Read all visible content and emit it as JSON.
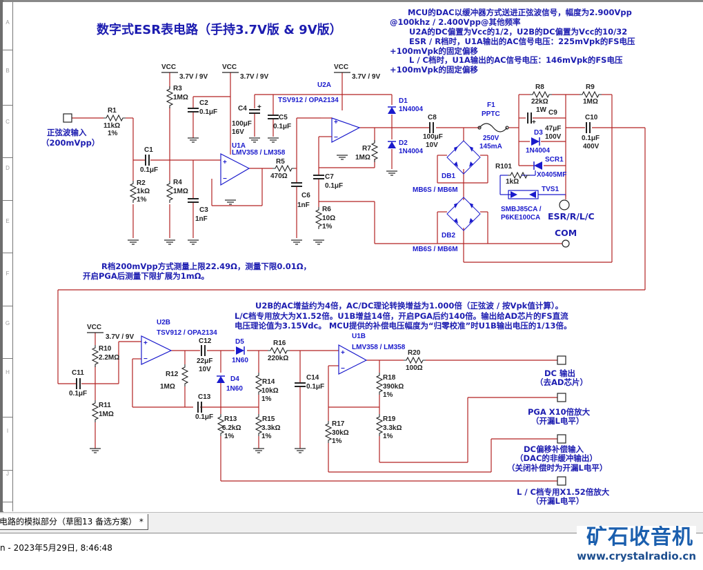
{
  "title": "数字式ESR表电路（手持3.7V版 & 9V版）",
  "row_markers": [
    "A",
    "B",
    "C",
    "D",
    "E",
    "F",
    "G",
    "H",
    "I",
    "J"
  ],
  "notes": {
    "top_right": [
      "MCU的DAC以缓冲器方式送进正弦波信号，幅度为2.900Vpp",
      "@100khz / 2.400Vpp@其他频率",
      "U2A的DC偏置为Vcc的1/2，U2B的DC偏置为Vcc的10/32",
      "ESR / R档时，U1A输出的AC信号电压：225mVpk的FS电压",
      "+100mVpk的固定偏移",
      "L / C档时，U1A输出的AC信号电压：146mVpk的FS电压",
      "+100mVpk的固定偏移"
    ],
    "middle": [
      "R档200mVpp方式测量上限22.49Ω，测量下限0.01Ω，",
      "开启PGA后测量下限扩展为1mΩ。"
    ],
    "lower": [
      "U2B的AC增益约为4倍，AC/DC理论转换增益为1.000倍（正弦波 / 按Vpk值计算）。",
      "L/C档专用放大为X1.52倍。U1B增益14倍，开启PGA后约140倍。输出给AD芯片的FS直流",
      "电压理论值为3.15Vdc。 MCU提供的补偿电压幅度为“归零校准”时U1B输出电压的1/13倍。"
    ]
  },
  "power": {
    "vcc": "VCC",
    "supply": "3.7V / 9V"
  },
  "components": {
    "R1": {
      "ref": "R1",
      "val": "11kΩ",
      "tol": "1%"
    },
    "R2": {
      "ref": "R2",
      "val": "1kΩ",
      "tol": "1%"
    },
    "R3": {
      "ref": "R3",
      "val": "1MΩ"
    },
    "R4": {
      "ref": "R4",
      "val": "1MΩ"
    },
    "R5": {
      "ref": "R5",
      "val": "470Ω"
    },
    "R6": {
      "ref": "R6",
      "val": "10Ω",
      "tol": "1%"
    },
    "R7": {
      "ref": "R7",
      "val": "1MΩ"
    },
    "R8": {
      "ref": "R8",
      "val": "22kΩ",
      "pwr": "1W"
    },
    "R9": {
      "ref": "R9",
      "val": "1MΩ"
    },
    "R10": {
      "ref": "R10",
      "val": "2.2MΩ"
    },
    "R11": {
      "ref": "R11",
      "val": "1MΩ"
    },
    "R12": {
      "ref": "R12",
      "val": "1MΩ"
    },
    "R13": {
      "ref": "R13",
      "val": "6.2kΩ",
      "tol": "1%"
    },
    "R14": {
      "ref": "R14",
      "val": "10kΩ",
      "tol": "1%"
    },
    "R15": {
      "ref": "R15",
      "val": "3.3kΩ",
      "tol": "1%"
    },
    "R16": {
      "ref": "R16",
      "val": "220kΩ"
    },
    "R17": {
      "ref": "R17",
      "val": "30kΩ",
      "tol": "1%"
    },
    "R18": {
      "ref": "R18",
      "val": "390kΩ",
      "tol": "1%"
    },
    "R19": {
      "ref": "R19",
      "val": "3.3kΩ",
      "tol": "1%"
    },
    "R20": {
      "ref": "R20",
      "val": "100Ω"
    },
    "R101": {
      "ref": "R101",
      "val": "1kΩ"
    },
    "C1": {
      "ref": "C1",
      "val": "0.1μF"
    },
    "C2": {
      "ref": "C2",
      "val": "0.1μF"
    },
    "C3": {
      "ref": "C3",
      "val": "1nF"
    },
    "C4": {
      "ref": "C4",
      "val": "100μF",
      "volt": "16V"
    },
    "C5": {
      "ref": "C5",
      "val": "0.1μF"
    },
    "C6": {
      "ref": "C6",
      "val": "1nF"
    },
    "C7": {
      "ref": "C7",
      "val": "0.1μF"
    },
    "C8": {
      "ref": "C8",
      "val": "100μF",
      "volt": "10V"
    },
    "C9": {
      "ref": "C9",
      "val": "47μF",
      "volt": "100V"
    },
    "C10": {
      "ref": "C10",
      "val": "0.1μF",
      "volt": "400V"
    },
    "C11": {
      "ref": "C11",
      "val": "0.1μF"
    },
    "C12": {
      "ref": "C12",
      "val": "22μF",
      "volt": "10V"
    },
    "C13": {
      "ref": "C13",
      "val": "0.1μF"
    },
    "C14": {
      "ref": "C14",
      "val": "0.1μF"
    },
    "D1": {
      "ref": "D1",
      "val": "1N4004"
    },
    "D2": {
      "ref": "D2",
      "val": "1N4004"
    },
    "D3": {
      "ref": "D3",
      "val": "1N4004"
    },
    "D4": {
      "ref": "D4",
      "val": "1N60"
    },
    "D5": {
      "ref": "D5",
      "val": "1N60"
    },
    "F1": {
      "ref": "F1",
      "val": "PPTC",
      "rating1": "250V",
      "rating2": "145mA"
    },
    "DB1": {
      "ref": "DB1",
      "val": "MB6S / MB6M"
    },
    "DB2": {
      "ref": "DB2",
      "val": "MB6S / MB6M"
    },
    "SCR1": {
      "ref": "SCR1",
      "val": "X0405MF"
    },
    "TVS1": {
      "ref": "TVS1",
      "val1": "SMBJ85CA /",
      "val2": "P6KE100CA"
    },
    "U1A": {
      "ref": "U1A",
      "val": "LMV358 / LM358"
    },
    "U1B": {
      "ref": "U1B",
      "val": "LMV358 / LM358"
    },
    "U2A": {
      "ref": "U2A",
      "val": "TSV912 / OPA2134"
    },
    "U2B": {
      "ref": "U2B",
      "val": "TSV912 / OPA2134"
    }
  },
  "ports": {
    "sine_in": [
      "正弦波输入",
      "（200mVpp）"
    ],
    "esr": "ESR/R/L/C",
    "com": "COM",
    "dc_out": [
      "DC 输出",
      "（去AD芯片）"
    ],
    "pga": [
      "PGA  X10倍放大",
      "（开漏L电平）"
    ],
    "dc_offset": [
      "DC偏移补偿输入",
      "（DAC的非缓冲输出）",
      "（关闭补偿时为开漏L电平）"
    ],
    "lc_amp": [
      "L / C档专用X1.52倍放大",
      "（开漏L电平）"
    ]
  },
  "tab": {
    "label": "电路的模拟部分（草图13 备选方案） *"
  },
  "status": {
    "text": "n  -  2023年5月29日, 8:46:48"
  },
  "watermark": {
    "title": "矿石收音机",
    "url": "www.crystalradio.cn"
  },
  "colors": {
    "wire": "#b22222",
    "part": "#1a1acc",
    "text": "#1c1cb0"
  }
}
